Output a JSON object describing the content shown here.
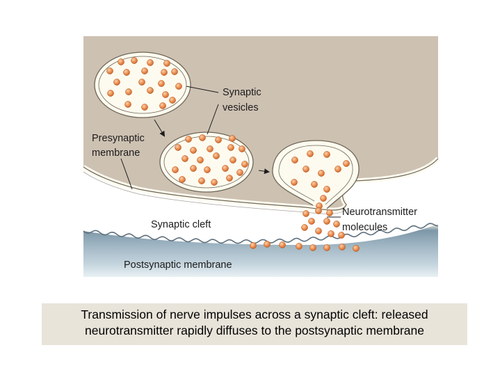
{
  "labels": {
    "synaptic_vesicles_line1": "Synaptic",
    "synaptic_vesicles_line2": "vesicles",
    "presynaptic_line1": "Presynaptic",
    "presynaptic_line2": "membrane",
    "synaptic_cleft": "Synaptic cleft",
    "neurotransmitter_line1": "Neurotransmitter",
    "neurotransmitter_line2": "molecules",
    "postsynaptic_membrane": "Postsynaptic membrane"
  },
  "caption": {
    "line1": "Transmission of nerve impulses across a synaptic cleft:  released",
    "line2": "neurotransmitter rapidly diffuses to the postsynaptic membrane"
  },
  "colors": {
    "cytoplasm": "#cdc1b2",
    "membrane_fill": "#fdfbef",
    "membrane_stroke": "#6e6557",
    "molecule": "#e8894a",
    "postsynaptic_band": "#9fb5c3",
    "caption_bg": "#e9e4da"
  }
}
